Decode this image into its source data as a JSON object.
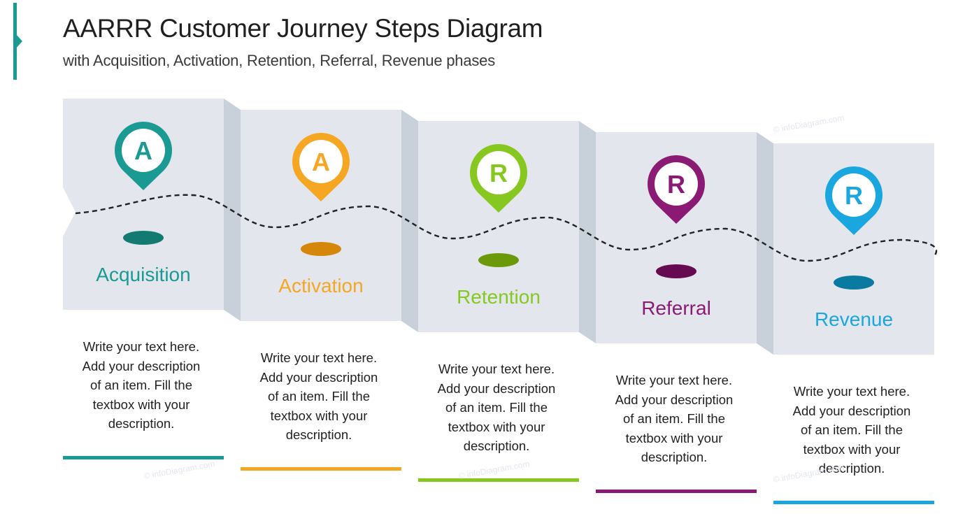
{
  "header": {
    "title": "AARRR Customer Journey Steps Diagram",
    "subtitle": "with Acquisition, Activation, Retention, Referral, Revenue phases",
    "accent_color": "#1a9a92"
  },
  "watermark": "© infoDiagram.com",
  "colors": {
    "panel": "#e3e7ed",
    "fold": "#c8d0d9",
    "curve": "#222222"
  },
  "steps": [
    {
      "letter": "A",
      "label": "Acquisition",
      "color": "#1a9a92",
      "shadow": "#137a72",
      "description": "Write your text here. Add your description of an item. Fill the textbox with your description.",
      "lines": [
        "Write your text here.",
        "Add your description",
        "of an item. Fill the",
        "textbox with your",
        "description."
      ]
    },
    {
      "letter": "A",
      "label": "Activation",
      "color": "#f5a623",
      "shadow": "#d4870a",
      "description": "Write your text here. Add your description of an item. Fill the textbox with your description.",
      "lines": [
        "Write your text here.",
        "Add your description",
        "of an item. Fill the",
        "textbox with your",
        "description."
      ]
    },
    {
      "letter": "R",
      "label": "Retention",
      "color": "#86c820",
      "shadow": "#6a9a0a",
      "description": "Write your text here. Add your description of an item. Fill the textbox with your description.",
      "lines": [
        "Write your text here.",
        "Add your description",
        "of an item. Fill the",
        "textbox with your",
        "description."
      ]
    },
    {
      "letter": "R",
      "label": "Referral",
      "color": "#8b1a74",
      "shadow": "#660a52",
      "description": "Write your text here. Add your description of an item. Fill the textbox with your description.",
      "lines": [
        "Write your text here.",
        "Add your description",
        "of an item. Fill the",
        "textbox with your",
        "description."
      ]
    },
    {
      "letter": "R",
      "label": "Revenue",
      "color": "#1aa6de",
      "shadow": "#0a7aa0",
      "description": "Write your text here. Add your description of an item. Fill the textbox with your description.",
      "lines": [
        "Write your text here.",
        "Add your description",
        "of an item. Fill the",
        "textbox with your",
        "description."
      ]
    }
  ]
}
